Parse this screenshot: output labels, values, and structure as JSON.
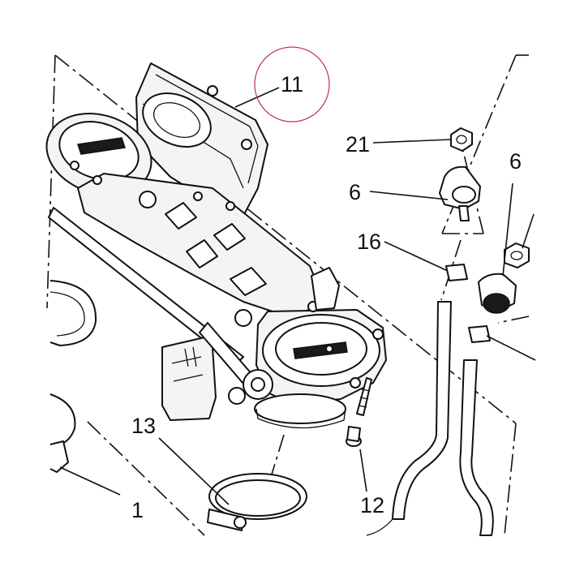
{
  "diagram": {
    "callouts": {
      "c11": "11",
      "c21": "21",
      "c6a": "6",
      "c6b": "6",
      "c16": "16",
      "c13": "13",
      "c1": "1",
      "c12": "12"
    },
    "highlight_color": "#c0304a",
    "line_color": "#111111"
  }
}
